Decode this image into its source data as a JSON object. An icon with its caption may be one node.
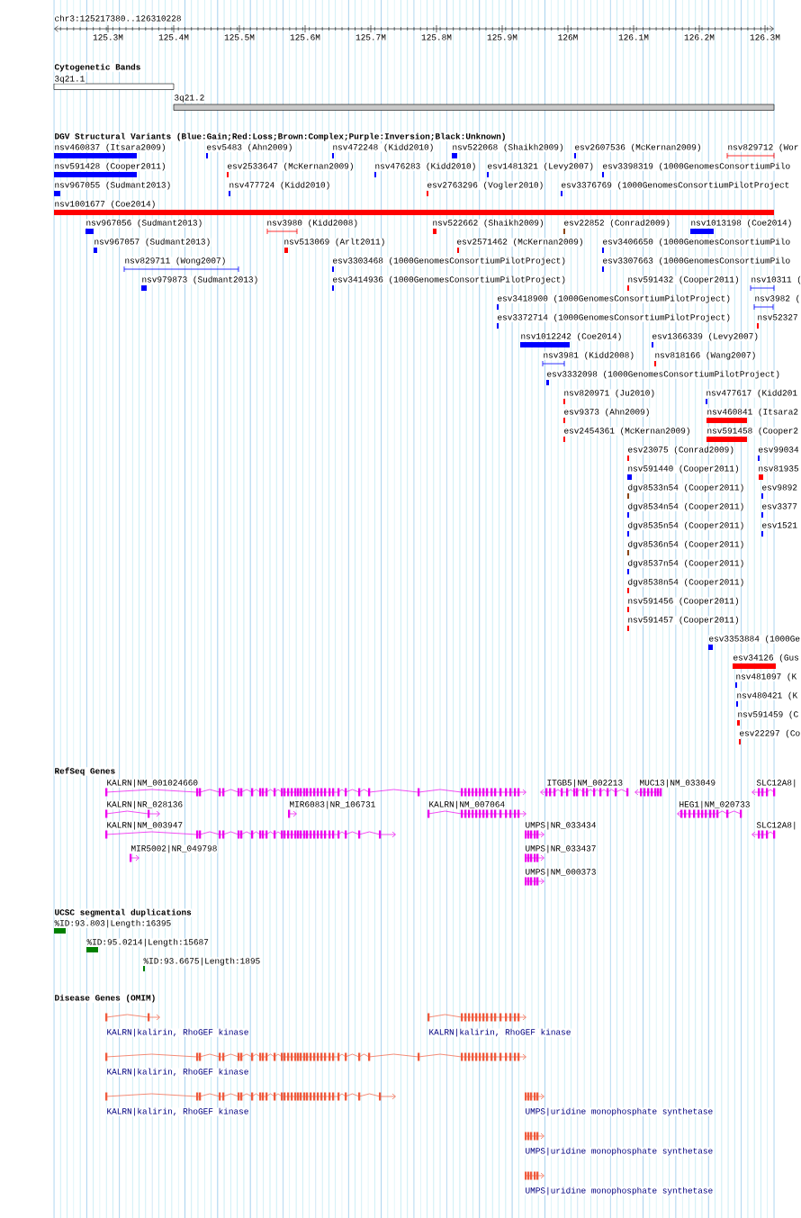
{
  "diagram": {
    "labels": [
      "chr3:125217380..126310228",
      "125.3M",
      "125.4M",
      "125.5M",
      "125.6M",
      "125.7M",
      "125.8M",
      "125.9M",
      "126M",
      "126.1M",
      "126.2M",
      "126.3M",
      "Cytogenetic Bands",
      "3q21.1",
      "3q21.2",
      "DGV Structural Variants (Blue:Gain;Red:Loss;Brown:Complex;Purple:Inversion;Black:Unknown)",
      "nsv460837 (Itsara2009)",
      "esv5483 (Ahn2009)",
      "nsv472248 (Kidd2010)",
      "nsv522068 (Shaikh2009)",
      "esv2607536 (McKernan2009)",
      "nsv829712 (Wor",
      "nsv591428 (Cooper2011)",
      "esv2533647 (McKernan2009)",
      "nsv476283 (Kidd2010)",
      "esv1481321 (Levy2007)",
      "esv3398319 (1000GenomesConsortiumPilo",
      "nsv967055 (Sudmant2013)",
      "nsv477724 (Kidd2010)",
      "esv2763296 (Vogler2010)",
      "esv3376769 (1000GenomesConsortiumPilotProject",
      "nsv1001677 (Coe2014)",
      "nsv967056 (Sudmant2013)",
      "nsv3980 (Kidd2008)",
      "nsv522662 (Shaikh2009)",
      "esv22852 (Conrad2009)",
      "nsv1013198 (Coe2014)",
      "nsv967057 (Sudmant2013)",
      "nsv513069 (Arlt2011)",
      "esv2571462 (McKernan2009)",
      "esv3406650 (1000GenomesConsortiumPilo",
      "nsv829711 (Wong2007)",
      "esv3303468 (1000GenomesConsortiumPilotProject)",
      "esv3307663 (1000GenomesConsortiumPilo",
      "nsv979873 (Sudmant2013)",
      "esv3414936 (1000GenomesConsortiumPilotProject)",
      "nsv591432 (Cooper2011)",
      "nsv10311 (",
      "esv3418900 (1000GenomesConsortiumPilotProject)",
      "nsv3982 (",
      "esv3372714 (1000GenomesConsortiumPilotProject)",
      "nsv52327",
      "nsv1012242 (Coe2014)",
      "esv1366339 (Levy2007)",
      "nsv3981 (Kidd2008)",
      "nsv818166 (Wang2007)",
      "esv3332098 (1000GenomesConsortiumPilotProject)",
      "nsv820971 (Ju2010)",
      "nsv477617 (Kidd201",
      "esv9373 (Ahn2009)",
      "nsv460841 (Itsara2",
      "esv2454361 (McKernan2009)",
      "nsv591458 (Cooper2",
      "esv23075 (Conrad2009)",
      "esv99034",
      "nsv591440 (Cooper2011)",
      "nsv81935",
      "dgv8533n54 (Cooper2011)",
      "esv9892",
      "dgv8534n54 (Cooper2011)",
      "esv3377",
      "dgv8535n54 (Cooper2011)",
      "esv1521",
      "dgv8536n54 (Cooper2011)",
      "dgv8537n54 (Cooper2011)",
      "dgv8538n54 (Cooper2011)",
      "nsv591456 (Cooper2011)",
      "nsv591457 (Cooper2011)",
      "esv3353884 (1000Ge",
      "esv34126 (Gus",
      "nsv481097 (K",
      "nsv480421 (K",
      "nsv591459 (C",
      "esv22297 (Co",
      "RefSeq Genes",
      "KALRN|NM_001024660",
      "ITGB5|NM_002213",
      "MUC13|NM_033049",
      "SLC12A8|",
      "KALRN|NR_028136",
      "MIR6083|NR_106731",
      "KALRN|NM_007064",
      "HEG1|NM_020733",
      "KALRN|NM_003947",
      "UMPS|NR_033434",
      "SLC12A8|",
      "MIR5002|NR_049798",
      "UMPS|NR_033437",
      "UMPS|NM_000373",
      "UCSC segmental duplications",
      "%ID:93.803|Length:16395",
      "%ID:95.0214|Length:15687",
      "%ID:93.6675|Length:1895",
      "Disease Genes (OMIM)",
      "KALRN|kalirin, RhoGEF kinase",
      "KALRN|kalirin, RhoGEF kinase",
      "KALRN|kalirin, RhoGEF kinase",
      "KALRN|kalirin, RhoGEF kinase",
      "UMPS|uridine monophosphate synthetase",
      "UMPS|uridine monophosphate synthetase",
      "UMPS|uridine monophosphate synthetase"
    ]
  }
}
